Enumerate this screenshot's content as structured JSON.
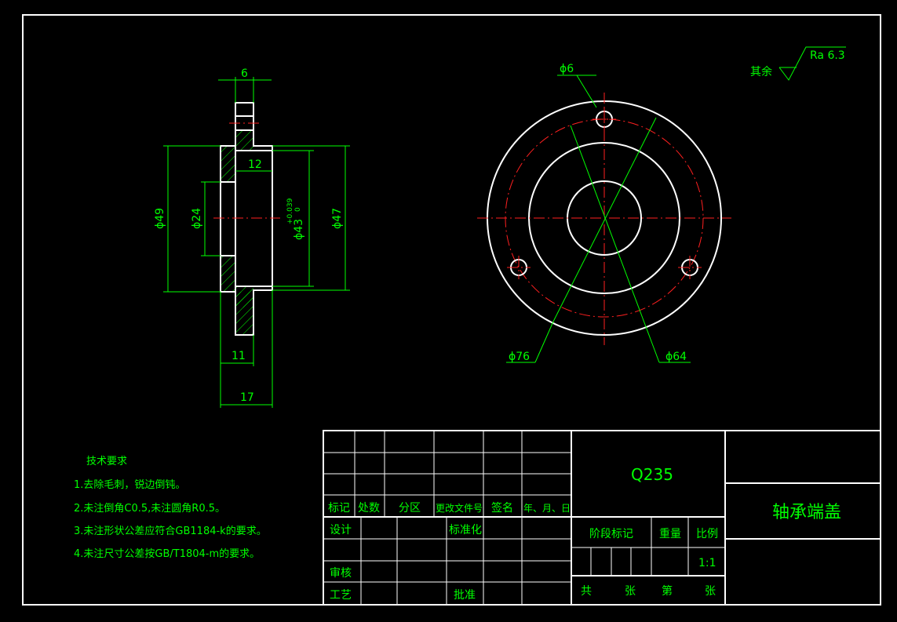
{
  "front_view": {
    "dims": {
      "d6": "6",
      "d12": "12",
      "d11": "11",
      "d17": "17",
      "phi49": "ϕ49",
      "phi24": "ϕ24",
      "phi43": "ϕ43",
      "tol_upper": "+0.039",
      "tol_lower": "0",
      "phi47": "ϕ47"
    }
  },
  "side_view": {
    "dims": {
      "phi6": "ϕ6",
      "phi76": "ϕ76",
      "phi64": "ϕ64"
    },
    "roughness_prefix": "其余",
    "roughness_value": "Ra 6.3"
  },
  "requirements": {
    "title": "技术要求",
    "items": [
      "1.去除毛刺，锐边倒钝。",
      "2.未注倒角C0.5,未注圆角R0.5。",
      "3.未注形状公差应符合GB1184-k的要求。",
      "4.未注尺寸公差按GB/T1804-m的要求。"
    ]
  },
  "title_block": {
    "material": "Q235",
    "part_name": "轴承端盖",
    "rev_headers": [
      "标记",
      "处数",
      "分区",
      "更改文件号",
      "签名",
      "年、月、日"
    ],
    "design": "设计",
    "standardize": "标准化",
    "review": "审核",
    "process": "工艺",
    "approve": "批准",
    "stage_mark": "阶段标记",
    "weight": "重量",
    "scale_label": "比例",
    "scale_value": "1:1",
    "total": "共",
    "sheets": "张",
    "sheet_no": "第",
    "sheets2": "张"
  }
}
